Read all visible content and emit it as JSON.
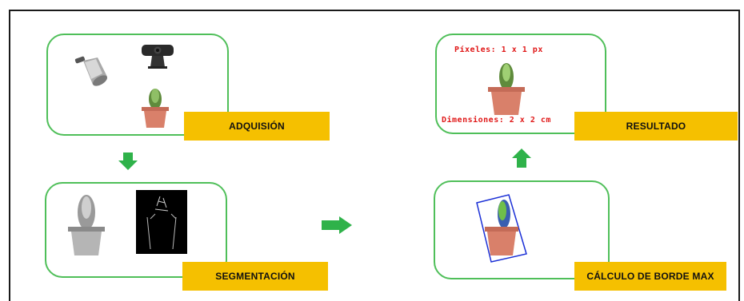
{
  "stages": {
    "acquisition": {
      "label": "ADQUISIÓN"
    },
    "segmentation": {
      "label": "SEGMENTACIÓN"
    },
    "edge": {
      "label": "CÁLCULO DE BORDE MAX"
    },
    "result": {
      "label": "RESULTADO",
      "pixels_text": "Píxeles: 1 x 1 px",
      "dims_text": "Dimensiones: 2 x 2 cm"
    }
  },
  "icons": [
    "lamp-icon",
    "webcam-icon",
    "cactus-pot-icon",
    "arrow-down-icon",
    "arrow-right-icon",
    "arrow-up-icon"
  ],
  "colors": {
    "panel_border": "#4fbf59",
    "label_bg": "#f5c000",
    "arrow": "#2fb24a",
    "result_text": "#e01818",
    "bbox": "#1a2fd6"
  }
}
